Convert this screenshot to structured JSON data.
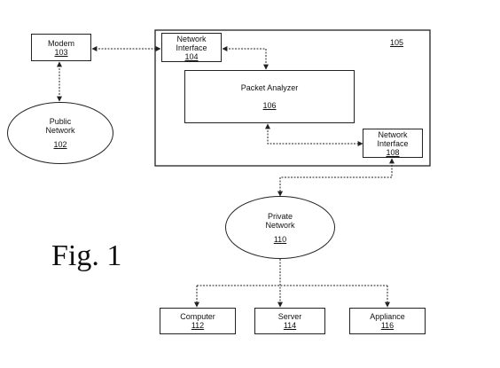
{
  "figure_label": "Fig. 1",
  "system_ref": "105",
  "modem": {
    "name": "Modem",
    "ref": "103"
  },
  "public_network": {
    "name_line1": "Public",
    "name_line2": "Network",
    "ref": "102"
  },
  "network_interface_104": {
    "line1": "Network",
    "line2": "Interface",
    "ref": "104"
  },
  "packet_analyzer": {
    "name": "Packet Analyzer",
    "ref": "106"
  },
  "network_interface_108": {
    "line1": "Network",
    "line2": "Interface",
    "ref": "108"
  },
  "private_network": {
    "name_line1": "Private",
    "name_line2": "Network",
    "ref": "110"
  },
  "computer": {
    "name": "Computer",
    "ref": "112"
  },
  "server": {
    "name": "Server",
    "ref": "114"
  },
  "appliance": {
    "name": "Appliance",
    "ref": "116"
  }
}
